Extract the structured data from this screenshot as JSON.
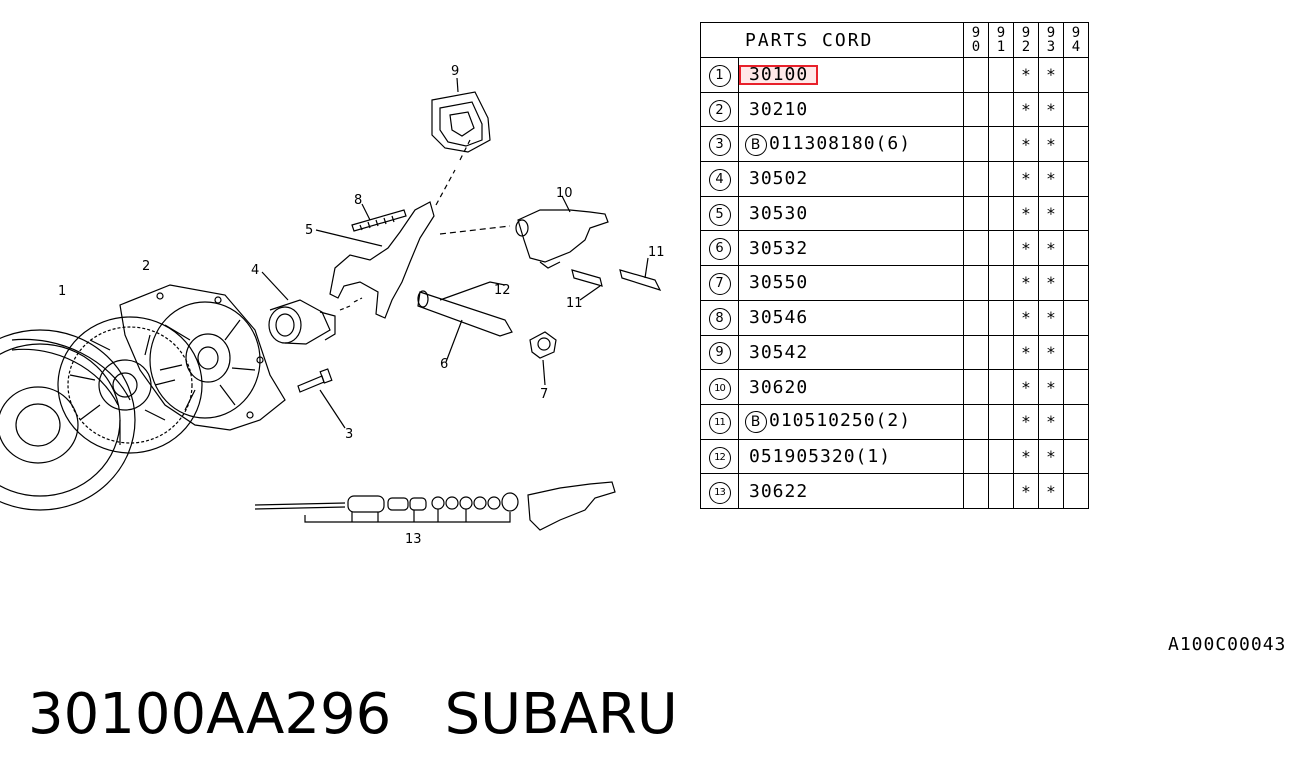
{
  "table": {
    "header": "PARTS CORD",
    "years": [
      "9\n0",
      "9\n1",
      "9\n2",
      "9\n3",
      "9\n4"
    ],
    "rows": [
      {
        "num": "1",
        "code": "30100",
        "marks": [
          "",
          "",
          "*",
          "*",
          ""
        ],
        "highlight": true
      },
      {
        "num": "2",
        "code": "30210",
        "marks": [
          "",
          "",
          "*",
          "*",
          ""
        ]
      },
      {
        "num": "3",
        "prefix": "B",
        "code": "011308180(6)",
        "marks": [
          "",
          "",
          "*",
          "*",
          ""
        ]
      },
      {
        "num": "4",
        "code": "30502",
        "marks": [
          "",
          "",
          "*",
          "*",
          ""
        ]
      },
      {
        "num": "5",
        "code": "30530",
        "marks": [
          "",
          "",
          "*",
          "*",
          ""
        ]
      },
      {
        "num": "6",
        "code": "30532",
        "marks": [
          "",
          "",
          "*",
          "*",
          ""
        ]
      },
      {
        "num": "7",
        "code": "30550",
        "marks": [
          "",
          "",
          "*",
          "*",
          ""
        ]
      },
      {
        "num": "8",
        "code": "30546",
        "marks": [
          "",
          "",
          "*",
          "*",
          ""
        ]
      },
      {
        "num": "9",
        "code": "30542",
        "marks": [
          "",
          "",
          "*",
          "*",
          ""
        ]
      },
      {
        "num": "10",
        "code": "30620",
        "marks": [
          "",
          "",
          "*",
          "*",
          ""
        ]
      },
      {
        "num": "11",
        "prefix": "B",
        "code": "010510250(2)",
        "marks": [
          "",
          "",
          "*",
          "*",
          ""
        ]
      },
      {
        "num": "12",
        "code": "051905320(1)",
        "marks": [
          "",
          "",
          "*",
          "*",
          ""
        ]
      },
      {
        "num": "13",
        "code": "30622",
        "marks": [
          "",
          "",
          "*",
          "*",
          ""
        ]
      }
    ]
  },
  "diagram": {
    "callouts": [
      "1",
      "2",
      "3",
      "4",
      "5",
      "6",
      "7",
      "8",
      "9",
      "10",
      "11",
      "11",
      "12",
      "13"
    ]
  },
  "ref_code": "A100C00043",
  "footer": {
    "part_number": "30100AA296",
    "brand": "SUBARU"
  },
  "colors": {
    "highlight_border": "#e8202a",
    "highlight_fill": "#ffe8e8"
  }
}
